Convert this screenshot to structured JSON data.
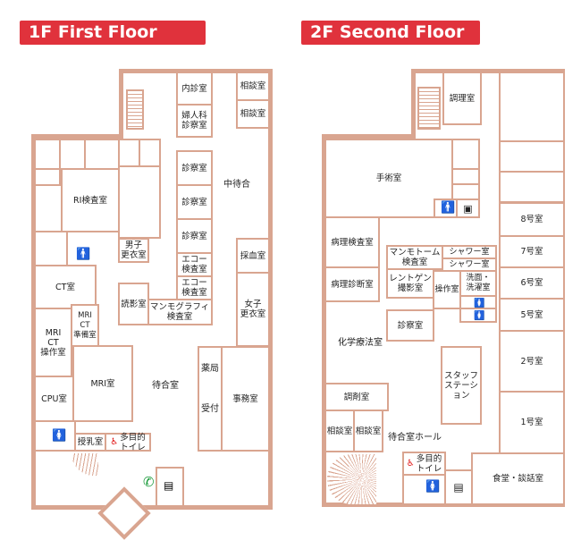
{
  "floor1": {
    "title": "1F  First Floor",
    "rooms": {
      "naishin": "内診室",
      "soudan1": "相談室",
      "soudan2": "相談室",
      "fujinka": "婦人科\n診察室",
      "shinsatsu1": "診察室",
      "shinsatsu2": "診察室",
      "shinsatsu3": "診察室",
      "nakamachi": "中待合",
      "ri": "RI検査室",
      "danshi": "男子\n更衣室",
      "echo1": "エコー\n検査室",
      "echo2": "エコー\n検査室",
      "mammo": "マンモグラフィ\n検査室",
      "saiketsu": "採血室",
      "joshi": "女子\n更衣室",
      "ct": "CT室",
      "dokuei": "読影室",
      "mrict_prep": "MRI\nCT\n準備室",
      "mrict_op": "MRI\nCT\n操作室",
      "mri": "MRI室",
      "cpu": "CPU室",
      "machiai": "待合室",
      "yakkyoku": "薬局",
      "uketsuke": "受付",
      "jimu": "事務室",
      "junyu": "授乳室",
      "tamokuteki": "多目的\nトイレ"
    }
  },
  "floor2": {
    "title": "2F  Second Floor",
    "rooms": {
      "chouri": "調理室",
      "shujutsu": "手術室",
      "r8": "8号室",
      "r7": "7号室",
      "r6": "6号室",
      "r5": "5号室",
      "r2": "2号室",
      "r1": "1号室",
      "byouri_kensa": "病理検査室",
      "byouri_shindan": "病理診断室",
      "mammotome": "マンモトーム\n検査室",
      "shower1": "シャワー室",
      "shower2": "シャワー室",
      "rentogen": "レントゲン\n撮影室",
      "sousa": "操作室",
      "senmen": "洗面・\n洗濯室",
      "shinsatsu": "診察室",
      "kagaku": "化学療法室",
      "staff": "スタッフ\nステーション",
      "chouzai": "調剤室",
      "soudan1": "相談室",
      "soudan2": "相談室",
      "hall": "待合室ホール",
      "tamokuteki": "多目的\nトイレ",
      "shokudo": "食堂・談話室"
    }
  },
  "colors": {
    "banner": "#e0323c",
    "wall": "#d9a590",
    "men": "#1565c0",
    "women": "#e01010",
    "phone": "#1a9a3a"
  }
}
